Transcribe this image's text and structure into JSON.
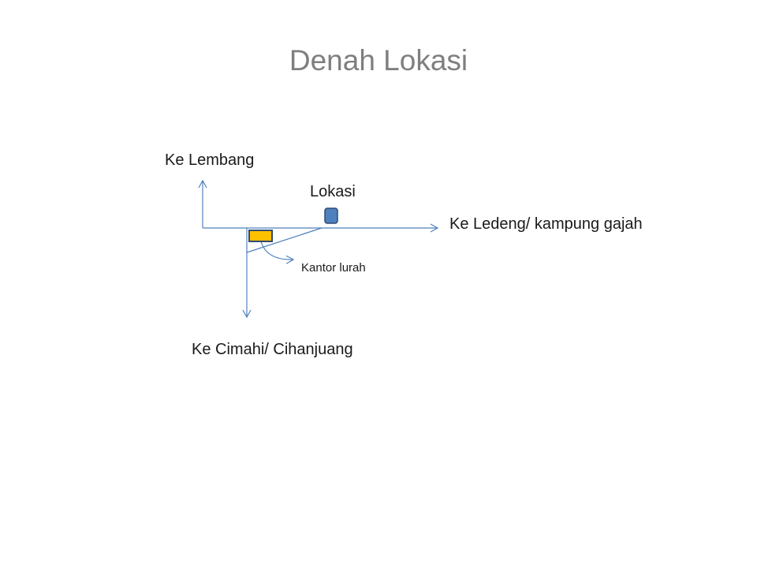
{
  "slide": {
    "title": "Denah Lokasi"
  },
  "map": {
    "labels": {
      "north": "Ke Lembang",
      "location": "Lokasi",
      "east": "Ke Ledeng/ kampung gajah",
      "office": "Kantor lurah",
      "south": "Ke Cimahi/ Cihanjuang"
    },
    "colors": {
      "road": "#4f81bd",
      "location_marker": "#4f81bd",
      "office_marker": "#ffc000",
      "marker_border": "#2f4b73",
      "title": "#7f7f7f"
    }
  }
}
